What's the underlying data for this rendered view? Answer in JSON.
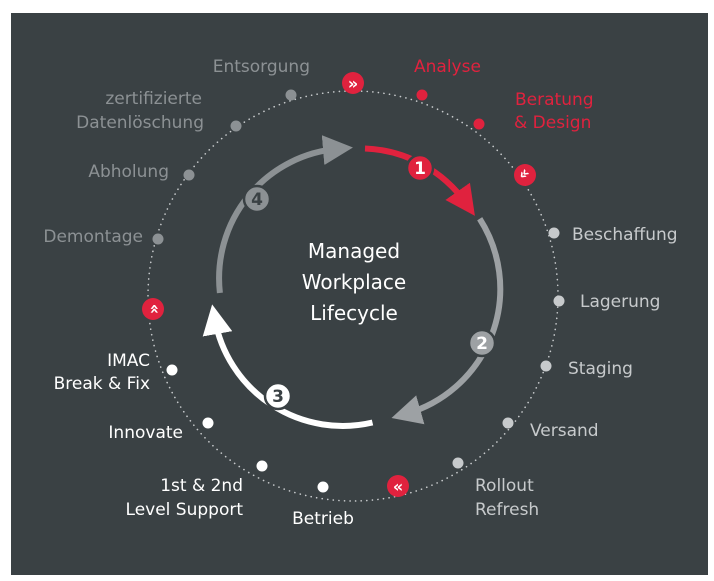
{
  "center": {
    "lines": [
      "Managed",
      "Workplace",
      "Lifecycle"
    ]
  },
  "phases": [
    {
      "number": "1",
      "color": "#e0223e"
    },
    {
      "number": "2",
      "color": "#9da1a4"
    },
    {
      "number": "3",
      "color": "#ffffff"
    },
    {
      "number": "4",
      "color": "#8c9194"
    }
  ],
  "phase_markers": [
    {
      "icon": "chevrons-right-icon",
      "glyph": "»"
    },
    {
      "icon": "chevrons-down-left-icon",
      "glyph": "»"
    },
    {
      "icon": "chevrons-left-icon",
      "glyph": "«"
    },
    {
      "icon": "chevrons-up-icon",
      "glyph": "»"
    }
  ],
  "steps": [
    {
      "label": [
        "Analyse"
      ],
      "color": "#e0223e"
    },
    {
      "label": [
        "Beratung",
        "& Design"
      ],
      "color": "#e0223e"
    },
    {
      "label": [
        "Beschaffung"
      ],
      "color": "#c7cacc"
    },
    {
      "label": [
        "Lagerung"
      ],
      "color": "#c7cacc"
    },
    {
      "label": [
        "Staging"
      ],
      "color": "#c7cacc"
    },
    {
      "label": [
        "Versand"
      ],
      "color": "#c7cacc"
    },
    {
      "label": [
        "Rollout",
        "Refresh"
      ],
      "color": "#c7cacc"
    },
    {
      "label": [
        "Betrieb"
      ],
      "color": "#ffffff"
    },
    {
      "label": [
        "1st & 2nd",
        "Level Support"
      ],
      "color": "#ffffff"
    },
    {
      "label": [
        "Innovate"
      ],
      "color": "#ffffff"
    },
    {
      "label": [
        "IMAC",
        "Break & Fix"
      ],
      "color": "#ffffff"
    },
    {
      "label": [
        "Demontage"
      ],
      "color": "#8c9194"
    },
    {
      "label": [
        "Abholung"
      ],
      "color": "#8c9194"
    },
    {
      "label": [
        "zertifizierte",
        "Datenlöschung"
      ],
      "color": "#8c9194"
    },
    {
      "label": [
        "Entsorgung"
      ],
      "color": "#8c9194"
    }
  ],
  "colors": {
    "background": "#3a4144",
    "accent_red": "#e0223e",
    "grey_light": "#c7cacc",
    "grey_dark": "#8c9194",
    "white": "#ffffff"
  }
}
